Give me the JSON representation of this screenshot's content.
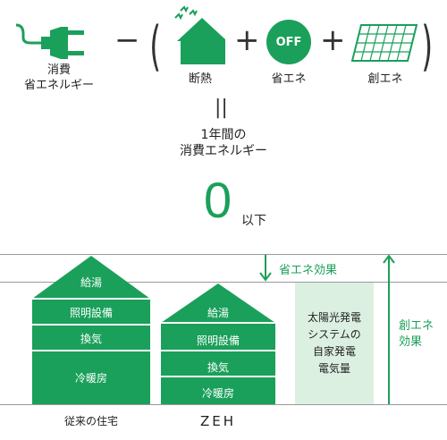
{
  "colors": {
    "green": "#1aa05a",
    "light_green": "#dcf0e2",
    "gray_line": "#9a9a9a",
    "text": "#222222"
  },
  "equation": {
    "consumption_label_line1": "消費",
    "consumption_label_line2": "省エネルギー",
    "minus": "−",
    "plus1": "+",
    "plus2": "+",
    "open_paren": "(",
    "close_paren": ")",
    "insulation_label": "断熱",
    "off_badge": "OFF",
    "energy_saving_label": "省エネ",
    "energy_creation_label": "創エネ",
    "equals": "||",
    "result_line1": "1年間の",
    "result_line2": "消費エネルギー",
    "result_value": "0",
    "result_suffix": "以下"
  },
  "comparison": {
    "saving_effect_label": "省エネ効果",
    "creation_effect_label_line1": "創エネ",
    "creation_effect_label_line2": "効果",
    "conventional": {
      "caption": "従来の住宅",
      "layers": [
        "給湯",
        "照明設備",
        "換気",
        "冷暖房"
      ]
    },
    "zeh": {
      "caption": "ZEH",
      "layers": [
        "給湯",
        "照明設備",
        "換気",
        "冷暖房"
      ]
    },
    "solar_box_lines": [
      "太陽光発電",
      "システムの",
      "自家発電",
      "電気量"
    ]
  },
  "icons": [
    "plug-icon",
    "house-heat-icon",
    "off-badge-icon",
    "solar-panel-icon",
    "down-arrow-icon",
    "up-arrow-icon"
  ]
}
